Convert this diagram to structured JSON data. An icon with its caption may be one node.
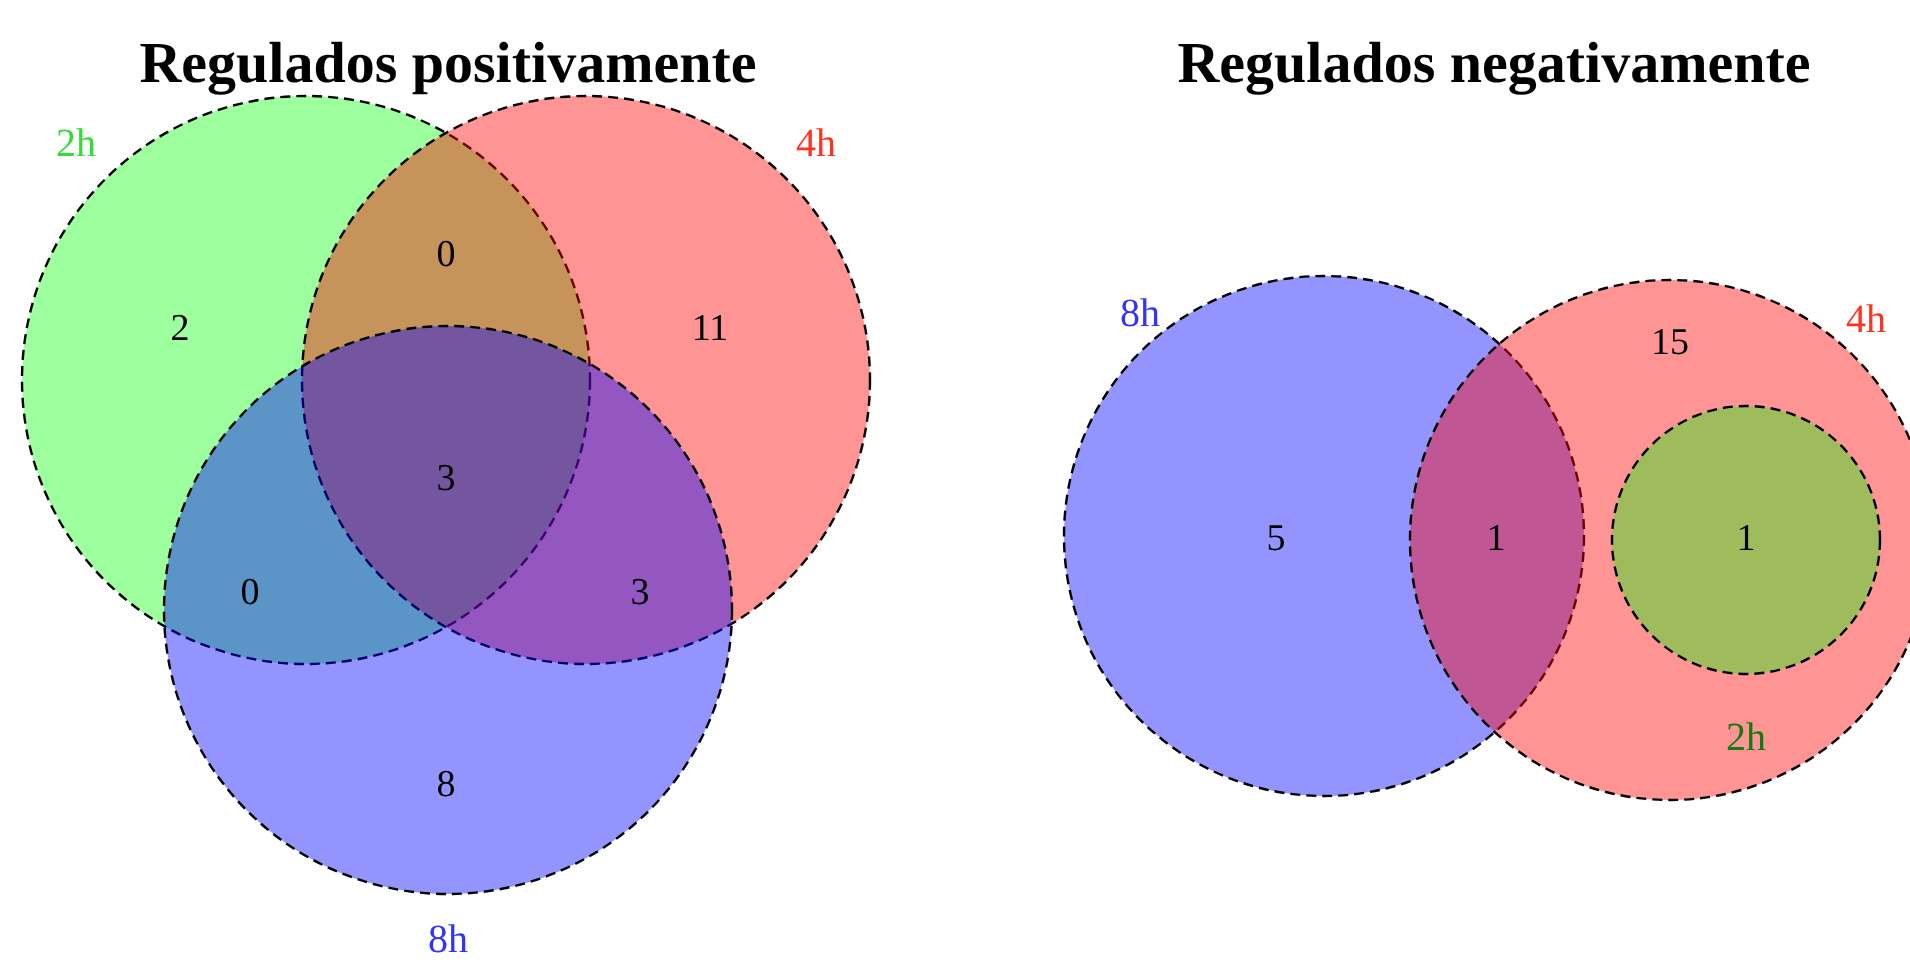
{
  "diagram": {
    "nodes": [
      {
        "text": [
          "2h"
        ]
      },
      {
        "text": [
          "4h"
        ]
      },
      {
        "text": [
          "8h"
        ]
      },
      {
        "text": [
          "8h"
        ]
      },
      {
        "text": [
          "4h"
        ]
      },
      {
        "text": [
          "2h"
        ],
        "in": 4
      }
    ],
    "labels": [
      "Regulados positivamente",
      "Regulados negativamente",
      "0",
      "2",
      "11",
      "3",
      "0",
      "3",
      "8",
      "15",
      "5",
      "1",
      "1"
    ]
  }
}
